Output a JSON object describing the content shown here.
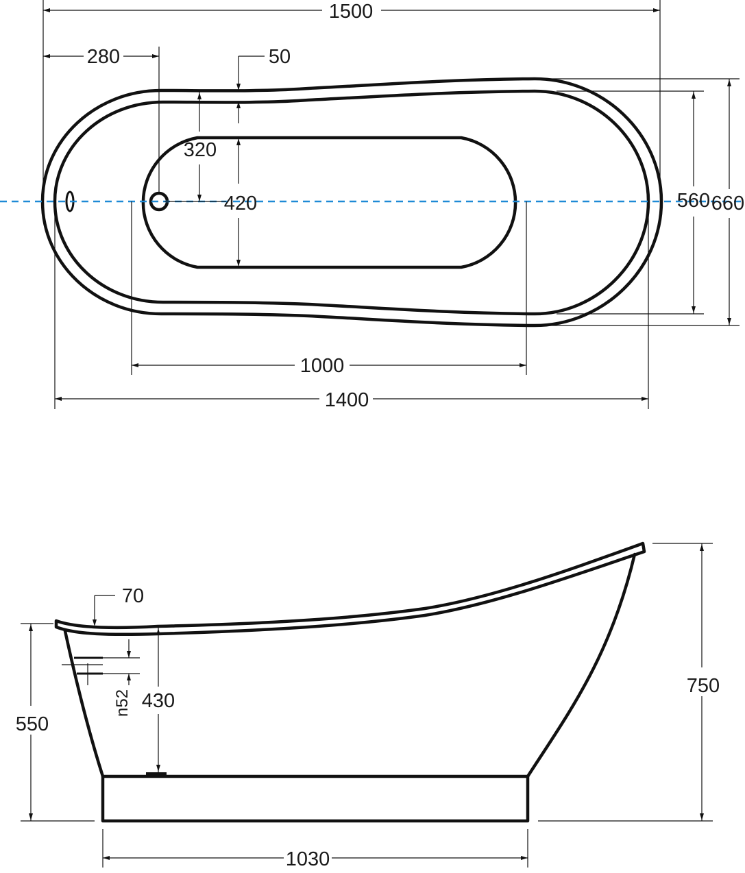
{
  "style": {
    "line_color": "#111111",
    "centerline_color": "#1e8ad6",
    "background": "#ffffff"
  },
  "top_view": {
    "dims": {
      "overall_length": "1500",
      "drain_offset": "280",
      "rim_width": "50",
      "drain_to_floor_edge": "320",
      "floor_width": "420",
      "inner_width": "560",
      "overall_width": "660",
      "floor_length": "1000",
      "inner_length": "1400"
    }
  },
  "side_view": {
    "dims": {
      "rim_thickness": "70",
      "foot_end_height": "550",
      "inner_depth": "430",
      "overflow": "n52",
      "head_end_height": "750",
      "plinth_length": "1030"
    }
  }
}
